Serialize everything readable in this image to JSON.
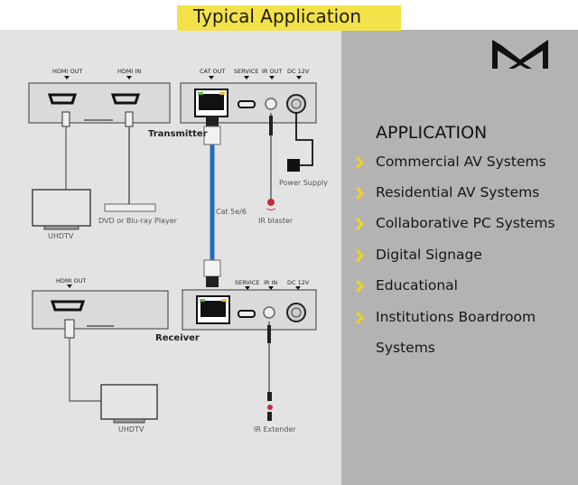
{
  "header": {
    "title": "Typical Application"
  },
  "diagram": {
    "transmitter_label": "Transmitter",
    "receiver_label": "Receiver",
    "tx_left_ports": [
      "HDMI OUT",
      "HDMI IN"
    ],
    "tx_right_ports": [
      "CAT OUT",
      "SERVICE",
      "IR OUT",
      "DC 12V"
    ],
    "rx_left_ports": [
      "HDMI OUT"
    ],
    "rx_right_ports": [
      "SERVICE",
      "IR IN",
      "DC 12V"
    ],
    "devices": {
      "tv_top": "UHDTV",
      "player": "DVD or Blu-ray Player",
      "power": "Power Supply",
      "ir_blaster": "IR blaster",
      "cable": "Cat 5e/6",
      "tv_bottom": "UHDTV",
      "ir_extender": "IR Extender"
    },
    "colors": {
      "cable": "#1f6fbf",
      "ir_red": "#d0283c",
      "led_green": "#5fb84a",
      "led_yellow": "#e8c12a"
    }
  },
  "panel": {
    "brand_logo": "brand-m-logo",
    "heading": "APPLICATION",
    "bullet_icon": "chevron-right-icon",
    "bullet_color": "#f2d21c",
    "items": [
      "Commercial AV Systems",
      "Residential AV Systems",
      "Collaborative PC Systems",
      "Digital Signage",
      "Educational",
      "Institutions Boardroom",
      "Systems"
    ]
  }
}
